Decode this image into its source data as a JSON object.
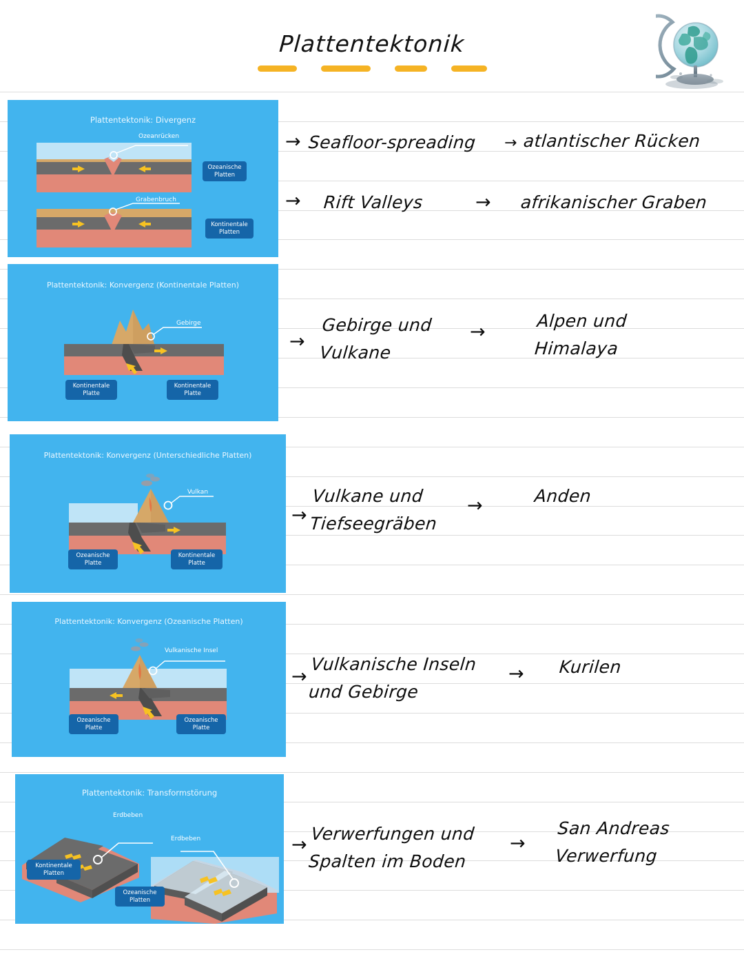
{
  "header": {
    "title": "Plattentektonik",
    "globe_icon": "globe-on-stand-icon",
    "underline_count": 4,
    "underline_color": "#f5b324"
  },
  "colors": {
    "panel_blue": "#42b4ee",
    "tag_blue": "#1565a8",
    "water": "#b9e2f7",
    "mantle_red": "#e18878",
    "crust_gray": "#6b6b6b",
    "sand": "#d6a868",
    "arrow_yellow": "#f7c222",
    "rule_line": "#dcdcdc"
  },
  "rows": [
    {
      "id": "divergenz",
      "diagram": {
        "title": "Plattentektonik: Divergenz",
        "callouts": [
          "Ozeanrücken",
          "Grabenbruch"
        ],
        "tags": [
          "Ozeanische\nPlatten",
          "Kontinentale\nPlatten"
        ]
      },
      "notes": [
        {
          "arrow": "→",
          "text": "Seafloor-spreading"
        },
        {
          "arrow": "→",
          "text": "atlantischer Rücken"
        },
        {
          "arrow": "→",
          "text": "Rift Valleys"
        },
        {
          "arrow": "→",
          "text": "afrikanischer Graben"
        }
      ]
    },
    {
      "id": "konvergenz-kontinental",
      "diagram": {
        "title": "Plattentektonik: Konvergenz (Kontinentale Platten)",
        "callouts": [
          "Gebirge"
        ],
        "tags": [
          "Kontinentale\nPlatte",
          "Kontinentale\nPlatte"
        ]
      },
      "notes": [
        {
          "arrow": "→",
          "text": "Gebirge und\nVulkane"
        },
        {
          "arrow": "→",
          "text": "Alpen und\nHimalaya"
        }
      ]
    },
    {
      "id": "konvergenz-unterschiedlich",
      "diagram": {
        "title": "Plattentektonik: Konvergenz (Unterschiedliche Platten)",
        "callouts": [
          "Vulkan"
        ],
        "tags": [
          "Ozeanische\nPlatte",
          "Kontinentale\nPlatte"
        ]
      },
      "notes": [
        {
          "arrow": "→",
          "text": "Vulkane und\nTiefseegräben"
        },
        {
          "arrow": "→",
          "text": "Anden"
        }
      ]
    },
    {
      "id": "konvergenz-ozeanisch",
      "diagram": {
        "title": "Plattentektonik: Konvergenz (Ozeanische Platten)",
        "callouts": [
          "Vulkanische Insel"
        ],
        "tags": [
          "Ozeanische\nPlatte",
          "Ozeanische\nPlatte"
        ]
      },
      "notes": [
        {
          "arrow": "→",
          "text": "Vulkanische Inseln\nund Gebirge"
        },
        {
          "arrow": "→",
          "text": "Kurilen"
        }
      ]
    },
    {
      "id": "transformstoerung",
      "diagram": {
        "title": "Plattentektonik: Transformstörung",
        "callouts": [
          "Erdbeben",
          "Erdbeben"
        ],
        "tags": [
          "Kontinentale\nPlatten",
          "Ozeanische\nPlatten"
        ]
      },
      "notes": [
        {
          "arrow": "→",
          "text": "Verwerfungen und\nSpalten im Boden"
        },
        {
          "arrow": "→",
          "text": "San Andreas\nVerwerfung"
        }
      ]
    }
  ]
}
